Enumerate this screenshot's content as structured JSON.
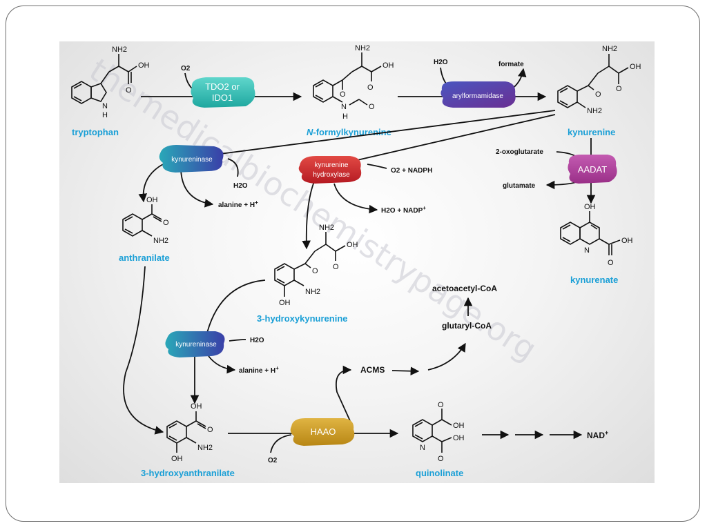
{
  "metabolites": {
    "tryptophan": "tryptophan",
    "n_formylkynurenine_italic": "N",
    "n_formylkynurenine_rest": "-formylkynurenine",
    "kynurenine": "kynurenine",
    "anthranilate": "anthranilate",
    "kynurenate": "kynurenate",
    "hydroxykynurenine": "3-hydroxykynurenine",
    "hydroxyanthranilate": "3-hydroxyanthranilate",
    "quinolinate": "quinolinate",
    "acms": "ACMS",
    "glutaryl_coa": "glutaryl-CoA",
    "acetoacetyl_coa": "acetoacetyl-CoA",
    "nad": "NAD",
    "nad_sup": "+"
  },
  "enzymes": {
    "tdo2_line1": "TDO2 or",
    "tdo2_line2": "IDO1",
    "arylformamidase": "arylformamidase",
    "kynureninase": "kynureninase",
    "kynureninase_2": "kynureninase",
    "kmo_line1": "kynurenine",
    "kmo_line2": "hydroxylase",
    "aadat": "AADAT",
    "haao": "HAAO"
  },
  "cofactors": {
    "o2_a": "O2",
    "h2o_a": "H2O",
    "formate": "formate",
    "h2o_kynureninase": "H2O",
    "alanine_h_1": "alanine + H",
    "o2_nadph": "O2 + NADPH",
    "h2o_nadp": "H2O + NADP",
    "oxoglutarate": "2-oxoglutarate",
    "glutamate": "glutamate",
    "h2o_kynureninase_2": "H2O",
    "alanine_h_2": "alanine + H",
    "o2_haao": "O2"
  },
  "atoms": {
    "nh2": "NH2",
    "oh": "OH",
    "o": "O",
    "n": "N",
    "h": "H",
    "nh": "NH"
  },
  "watermark": "themedicalbiochemistrypage.org",
  "colors": {
    "tdo2": "#2ab9b0",
    "arylformamidase": "#5a3e9e",
    "kynureninase": "#2f6fb8",
    "kmo": "#d0262b",
    "aadat": "#b23f9c",
    "haao": "#c99a22",
    "label_cyan": "#1a9fd6"
  }
}
